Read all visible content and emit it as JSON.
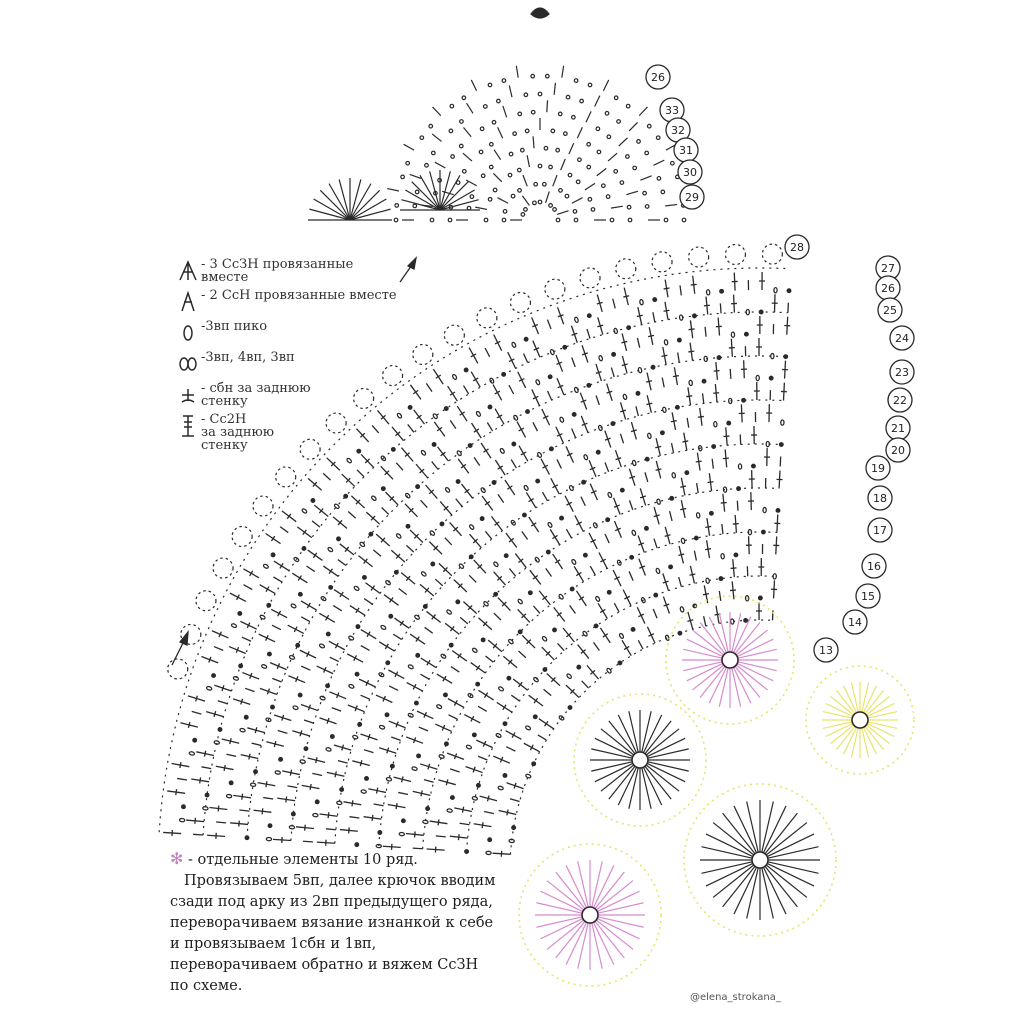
{
  "legend": [
    {
      "symbol": "cluster-3-dc-icon",
      "text": "- 3 СсЗН провязанные\nвместе"
    },
    {
      "symbol": "cluster-2-dc-icon",
      "text": "- 2 СсН провязанные вместе"
    },
    {
      "symbol": "picot-icon",
      "text": "-3вп пико"
    },
    {
      "symbol": "leaf-picot-icon",
      "text": "-3вп, 4вп, 3вп"
    },
    {
      "symbol": "sc-back-loop-icon",
      "text": "- сбн за заднюю\nстенку"
    },
    {
      "symbol": "dc-back-loop-icon",
      "text": "- Сс2Н\nза заднюю\nстенку"
    }
  ],
  "note": {
    "star_label": "- отдельные элементы 10 ряд.",
    "text": "Провязываем 5вп, далее крючок вводим сзади под арку из 2вп предыдущего ряда, переворачиваем вязание изнанкой к себе и провязываем 1сбн и 1вп, переворачиваем обратно и вяжем СсЗН по схеме."
  },
  "credit": "@elena_strokana_",
  "round_numbers": {
    "top_motif": [
      "26",
      "33",
      "32",
      "31",
      "30",
      "29"
    ],
    "main": [
      "28",
      "27",
      "26",
      "25",
      "24",
      "23",
      "22",
      "21",
      "20",
      "19",
      "18",
      "17",
      "16",
      "15",
      "14",
      "13"
    ]
  },
  "colors": {
    "ink": "#2a2a2a",
    "highlight_yellow": "#e9e36a",
    "highlight_pink": "#d88ad0"
  }
}
